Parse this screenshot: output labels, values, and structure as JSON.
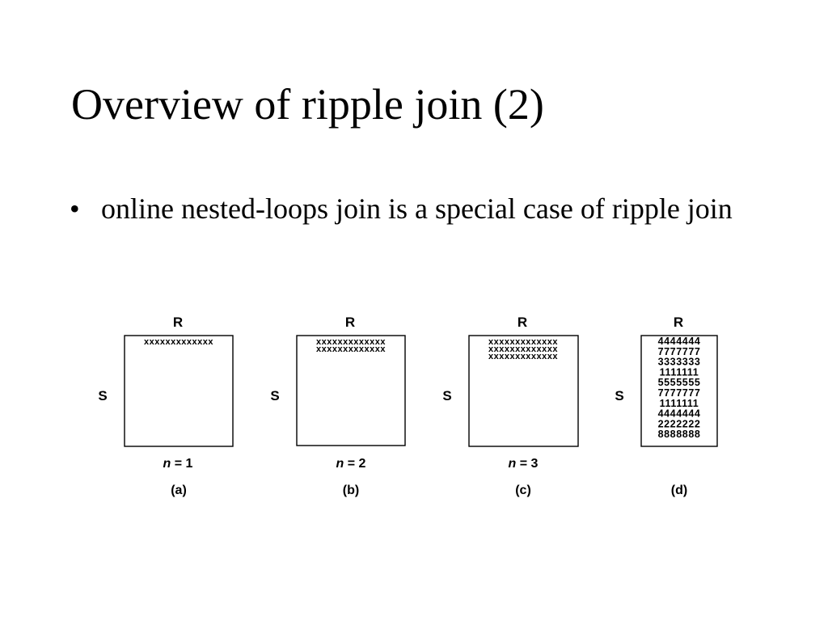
{
  "slide": {
    "title": "Overview of ripple join (2)",
    "bullets": [
      {
        "symbol": "•",
        "text": "online nested-loops join is a special case of ripple join"
      }
    ]
  },
  "figure": {
    "relation_top": "R",
    "relation_left": "S",
    "panels": [
      {
        "id": "a",
        "caption": "(a)",
        "n_var": "n",
        "n_expr": " = 1",
        "rows": [
          "xxxxxxxxxxxxx"
        ]
      },
      {
        "id": "b",
        "caption": "(b)",
        "n_var": "n",
        "n_expr": " = 2",
        "rows": [
          "xxxxxxxxxxxxx",
          "xxxxxxxxxxxxx"
        ]
      },
      {
        "id": "c",
        "caption": "(c)",
        "n_var": "n",
        "n_expr": " = 3",
        "rows": [
          "xxxxxxxxxxxxx",
          "xxxxxxxxxxxxx",
          "xxxxxxxxxxxxx"
        ]
      },
      {
        "id": "d",
        "caption": "(d)",
        "n_var": "",
        "n_expr": "",
        "rows": [
          "4444444",
          "7777777",
          "3333333",
          "1111111",
          "5555555",
          "7777777",
          "1111111",
          "4444444",
          "2222222",
          "8888888"
        ]
      }
    ]
  }
}
